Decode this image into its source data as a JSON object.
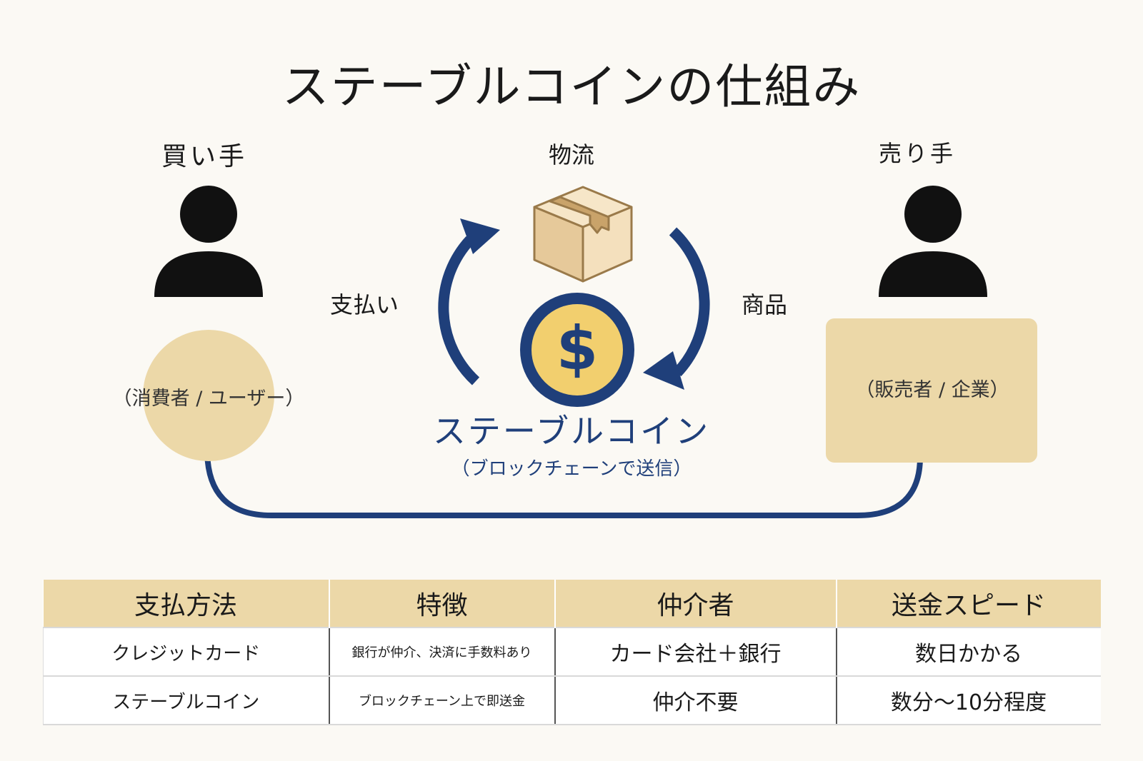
{
  "title": "ステーブルコインの仕組み",
  "buyer": {
    "role": "買い手",
    "caption": "（消費者 / ユーザー）"
  },
  "seller": {
    "role": "売り手",
    "caption": "（販売者 / 企業）"
  },
  "logistics": {
    "label": "物流"
  },
  "payment_label": "支払い",
  "goods_label": "商品",
  "coin": {
    "symbol": "$",
    "title": "ステーブルコイン",
    "subtitle": "（ブロックチェーンで送信）"
  },
  "colors": {
    "navy": "#1f3f7a",
    "tan": "#ecd8a8",
    "background": "#fbf9f4"
  },
  "icons": [
    "person-icon",
    "box-icon",
    "dollar-coin-icon",
    "cycle-arrow-icon"
  ],
  "table": {
    "headers": [
      "支払方法",
      "特徴",
      "仲介者",
      "送金スピード"
    ],
    "rows": [
      [
        "クレジットカード",
        "銀行が仲介、決済に手数料あり",
        "カード会社＋銀行",
        "数日かかる"
      ],
      [
        "ステーブルコイン",
        "ブロックチェーン上で即送金",
        "仲介不要",
        "数分～10分程度"
      ]
    ]
  }
}
